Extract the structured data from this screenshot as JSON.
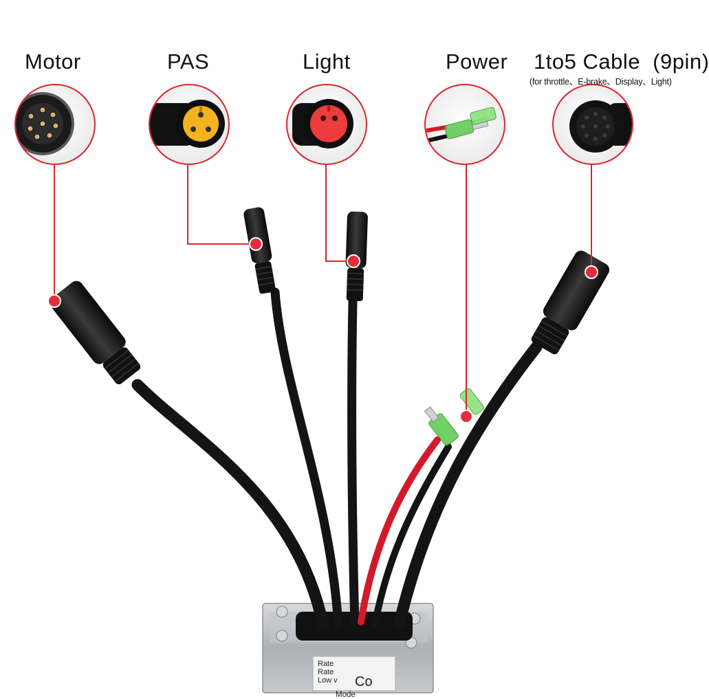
{
  "labels": {
    "motor": "Motor",
    "pas": "PAS",
    "light": "Light",
    "power": "Power",
    "cable": "1to5 Cable  (9pin)",
    "cable_sub": "(for throttle、E-brake、Display、Light)"
  },
  "controller_label": {
    "heading": "Co",
    "line1": "Mode",
    "line2": "Rate",
    "line3": "Rate",
    "line4": "Low v"
  },
  "colors": {
    "marker": "#e32d3a",
    "leader": "#d9262f",
    "cable": "#141414",
    "power_red": "#d21a2a",
    "connector_yellow": "#f3b21e",
    "connector_red": "#ee3b3b",
    "terminal_green": "#59c94a",
    "housing": "#b9bcbf"
  },
  "icons": [
    "connector-9pin-icon",
    "connector-3pin-yellow-icon",
    "connector-red-icon",
    "terminal-green-icon",
    "connector-9pin-icon"
  ]
}
